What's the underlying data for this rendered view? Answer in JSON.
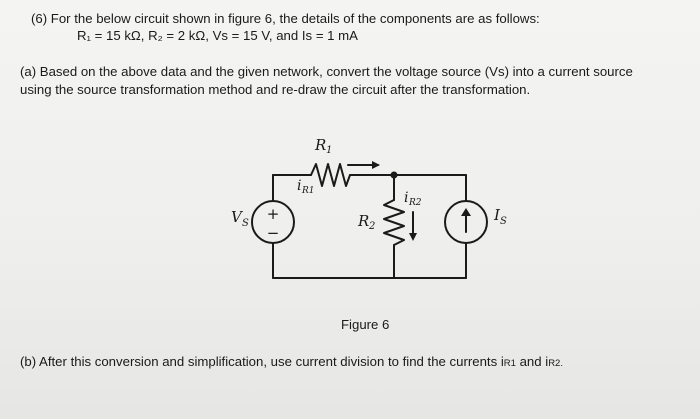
{
  "question": {
    "header": "(6) For the below circuit shown in figure 6, the details of the components are as follows:",
    "specs": "R₁ = 15 kΩ, R₂ = 2 kΩ, Vs = 15 V, and Is = 1 mA"
  },
  "part_a": {
    "line1": "(a) Based on the above data and the given network, convert the voltage source (Vs) into a current source",
    "line2": "using the source transformation method and re-draw the circuit after the transformation."
  },
  "circuit": {
    "labels": {
      "r1_main": "R",
      "r1_sub": "1",
      "r2_main": "R",
      "r2_sub": "2",
      "ir1_main": "i",
      "ir1_sub": "R1",
      "ir2_main": "i",
      "ir2_sub": "R2",
      "vs_main": "V",
      "vs_sub": "S",
      "is_main": "I",
      "is_sub": "S",
      "plus": "+",
      "minus": "−"
    },
    "icons": [
      "voltage-source-icon",
      "current-source-icon",
      "resistor-icon",
      "current-arrow-icon"
    ]
  },
  "figure_caption": "Figure 6",
  "part_b": {
    "text": "(b) After this conversion and simplification, use current division to find the currents i",
    "sub1": "R1",
    "and": " and i",
    "sub2": "R2."
  },
  "colors": {
    "ink": "#1a1a1a",
    "background": "#f2f2f0"
  }
}
